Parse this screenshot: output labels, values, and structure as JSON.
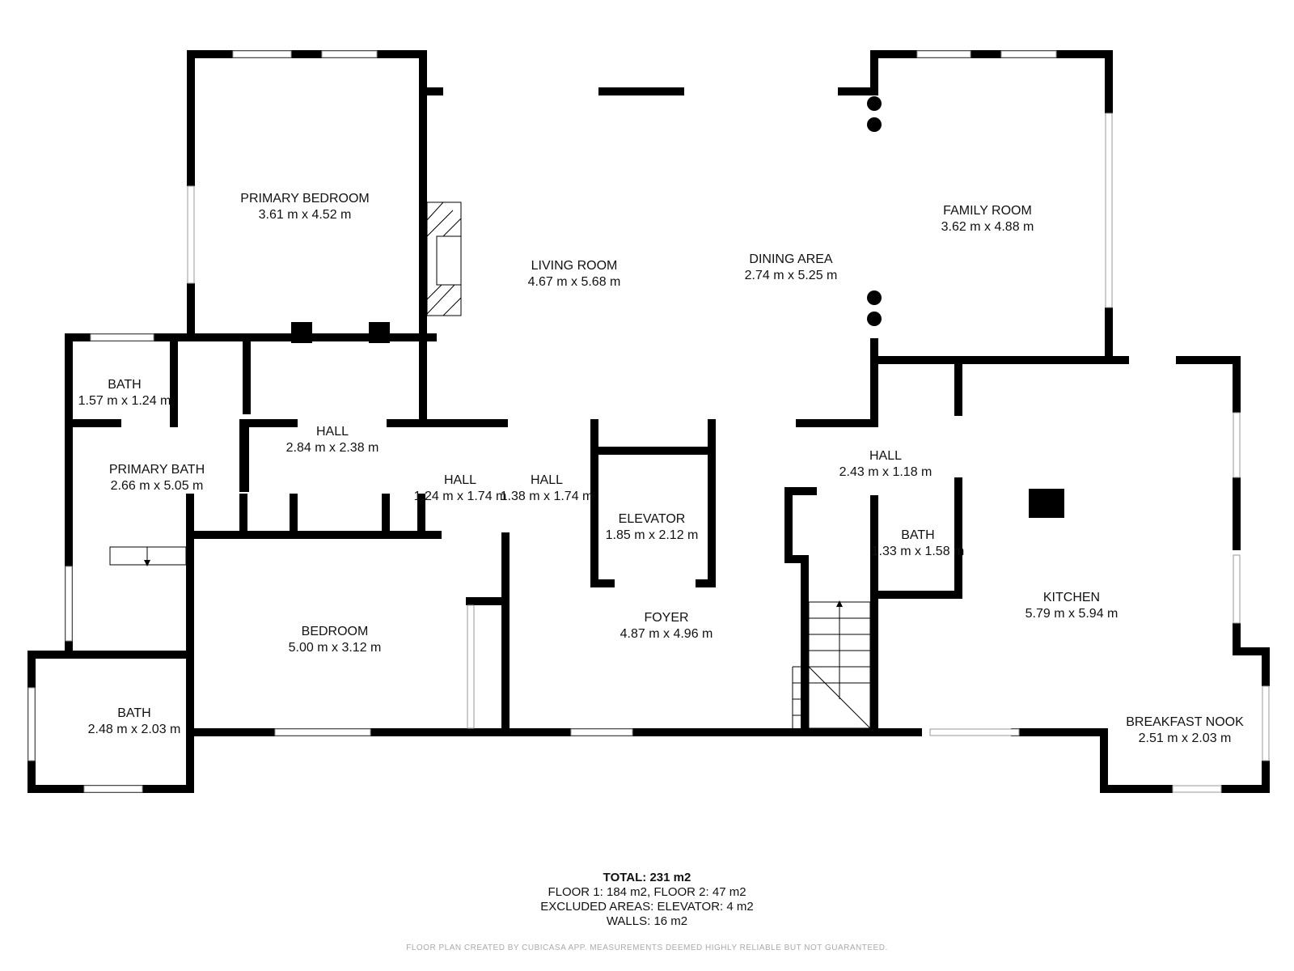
{
  "rooms": [
    {
      "id": "primary-bedroom",
      "name": "PRIMARY BEDROOM",
      "dims": "3.61 m x 4.52 m"
    },
    {
      "id": "living-room",
      "name": "LIVING ROOM",
      "dims": "4.67 m x 5.68 m"
    },
    {
      "id": "dining-area",
      "name": "DINING AREA",
      "dims": "2.74 m x 5.25 m"
    },
    {
      "id": "family-room",
      "name": "FAMILY ROOM",
      "dims": "3.62 m x 4.88 m"
    },
    {
      "id": "bath-1",
      "name": "BATH",
      "dims": "1.57 m x 1.24 m"
    },
    {
      "id": "primary-bath",
      "name": "PRIMARY BATH",
      "dims": "2.66 m x 5.05 m"
    },
    {
      "id": "hall-1",
      "name": "HALL",
      "dims": "2.84 m x 2.38 m"
    },
    {
      "id": "hall-2",
      "name": "HALL",
      "dims": "1.24 m x 1.74 m"
    },
    {
      "id": "hall-3",
      "name": "HALL",
      "dims": "1.38 m x 1.74 m"
    },
    {
      "id": "elevator",
      "name": "ELEVATOR",
      "dims": "1.85 m x 2.12 m"
    },
    {
      "id": "hall-4",
      "name": "HALL",
      "dims": "2.43 m x 1.18 m"
    },
    {
      "id": "bath-2",
      "name": "BATH",
      "dims": "1.33 m x 1.58 m"
    },
    {
      "id": "kitchen",
      "name": "KITCHEN",
      "dims": "5.79 m x 5.94 m"
    },
    {
      "id": "bedroom",
      "name": "BEDROOM",
      "dims": "5.00 m x 3.12 m"
    },
    {
      "id": "foyer",
      "name": "FOYER",
      "dims": "4.87 m x 4.96 m"
    },
    {
      "id": "bath-3",
      "name": "BATH",
      "dims": "2.48 m x 2.03 m"
    },
    {
      "id": "breakfast-nook",
      "name": "BREAKFAST NOOK",
      "dims": "2.51 m x 2.03 m"
    }
  ],
  "summary": {
    "total": "TOTAL: 231 m2",
    "floors": "FLOOR 1: 184 m2, FLOOR 2: 47 m2",
    "excluded": "EXCLUDED AREAS: ELEVATOR: 4 m2",
    "walls": "WALLS: 16 m2"
  },
  "disclaimer": "FLOOR PLAN CREATED BY CUBICASA APP. MEASUREMENTS DEEMED HIGHLY RELIABLE BUT NOT GUARANTEED."
}
